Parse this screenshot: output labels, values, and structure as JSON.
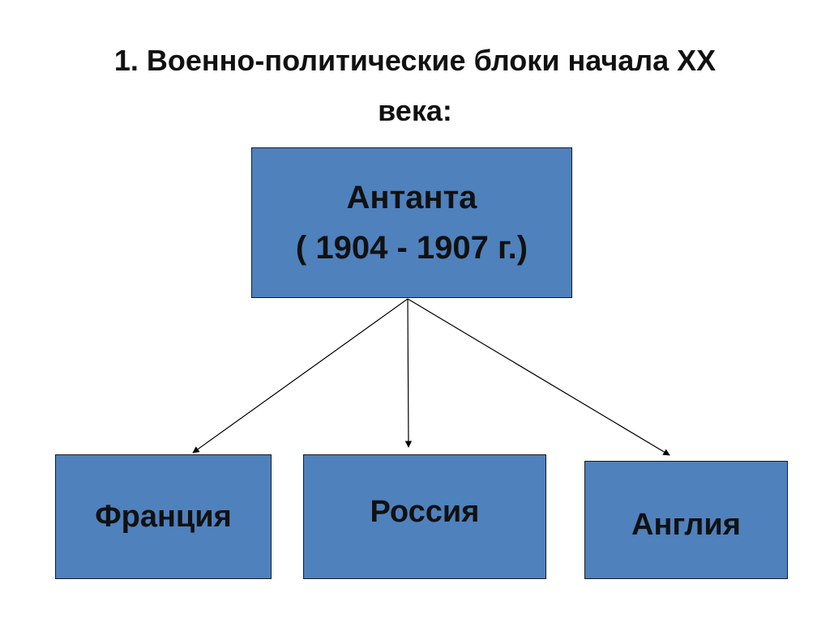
{
  "slide": {
    "title_line1": "1. Военно-политические блоки начала XX",
    "title_line2": "века:"
  },
  "diagram": {
    "root": {
      "name": "Антанта",
      "period": "( 1904 - 1907 г.)"
    },
    "members": [
      {
        "name": "Франция"
      },
      {
        "name": "Россия"
      },
      {
        "name": "Англия"
      }
    ]
  },
  "colors": {
    "box_fill": "#4f81bd",
    "box_border": "#1a1a1a",
    "text": "#111111",
    "connector": "#000000"
  }
}
